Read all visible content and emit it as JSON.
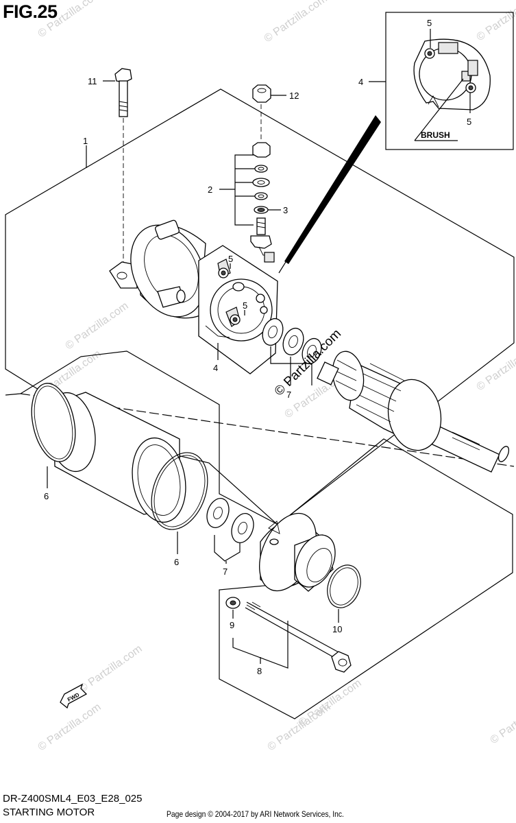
{
  "figure": {
    "title": "FIG.25",
    "model_code": "DR-Z400SML4_E03_E28_025",
    "name": "STARTING MOTOR",
    "copyright": "Page design © 2004-2017 by ARI Network Services, Inc."
  },
  "watermark": {
    "main": "© Partzilla.com",
    "repeat": "© Partzilla.com"
  },
  "callouts": {
    "c1": "1",
    "c2": "2",
    "c3": "3",
    "c4_inset": "4",
    "c4_lower": "4",
    "c5_inset_top": "5",
    "c5_inset_bottom": "5",
    "c5_a": "5",
    "c5_b": "5",
    "c6_left": "6",
    "c6_mid": "6",
    "c7_upper": "7",
    "c7_lower": "7",
    "c8": "8",
    "c9": "9",
    "c10": "10",
    "c11": "11",
    "c12": "12"
  },
  "inset": {
    "brush_label": "BRUSH"
  },
  "direction_marker": {
    "label": "FWD",
    "icon": "fwd-arrow-icon"
  }
}
